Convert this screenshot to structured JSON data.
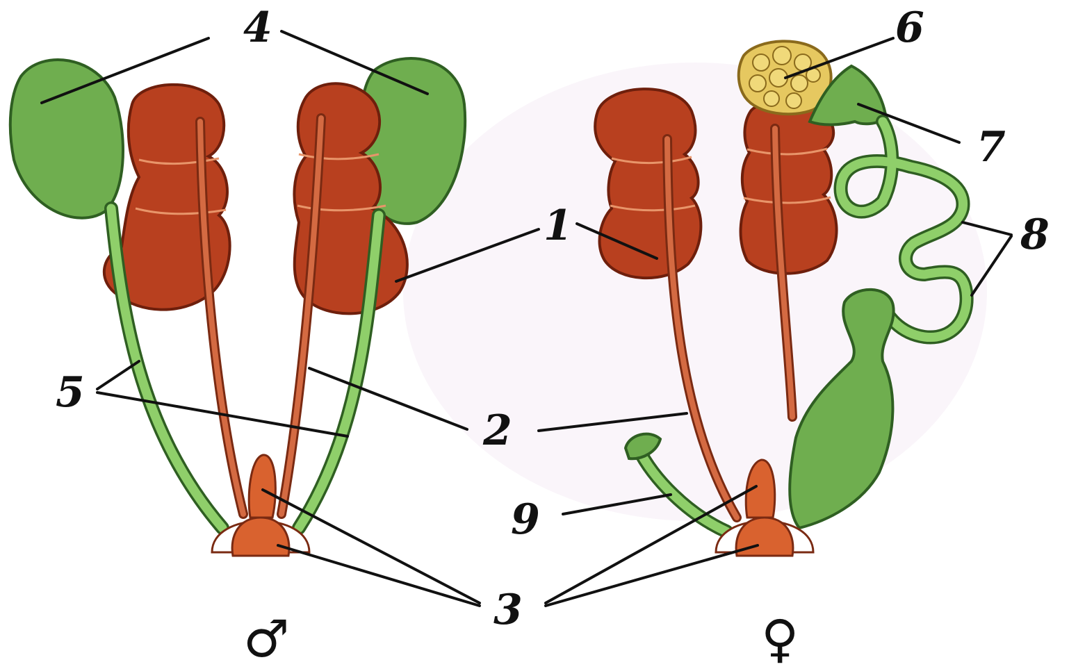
{
  "labels": {
    "l1": "1",
    "l2": "2",
    "l3": "3",
    "l4": "4",
    "l5": "5",
    "l6": "6",
    "l7": "7",
    "l8": "8",
    "l9": "9"
  },
  "symbols": {
    "male": "♂",
    "female": "♀"
  },
  "colors": {
    "kidney": "#b8401f",
    "green_organ": "#6fae4f",
    "ovary": "#e6c860",
    "cloaca": "#d9622f"
  }
}
